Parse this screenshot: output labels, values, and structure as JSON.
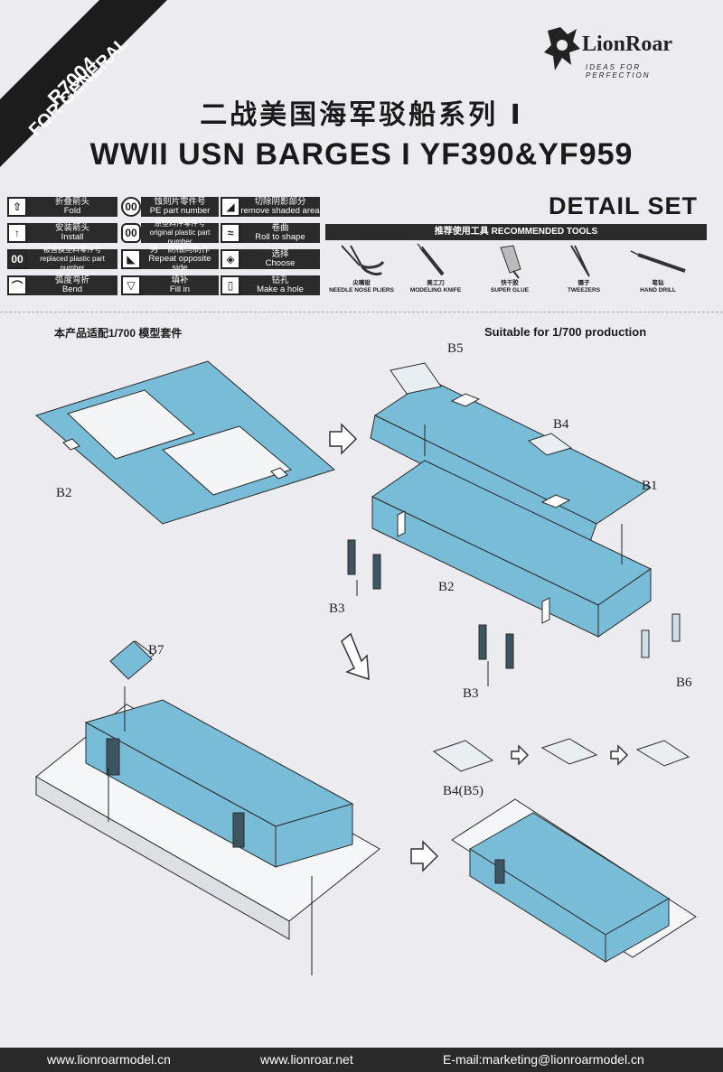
{
  "product": {
    "code": "R7004",
    "category": "FOR GENERAL",
    "title_cn": "二战美国海军驳船系列 I",
    "title_en": "WWII USN BARGES I YF390&YF959",
    "subtitle": "DETAIL SET"
  },
  "brand": {
    "name": "LionRoar",
    "tagline": "IDEAS FOR PERFECTION"
  },
  "legend": [
    {
      "icon": "fold-arrow-icon",
      "glyph": "⇧",
      "cn": "折叠箭头",
      "en": "Fold"
    },
    {
      "icon": "pe-part-number-icon",
      "glyph": "00",
      "cn": "蚀刻片零件号",
      "en": "PE part number"
    },
    {
      "icon": "cut-shaded-icon",
      "glyph": "◢",
      "cn": "切除阴影部分",
      "en": "remove shaded area"
    },
    {
      "icon": "install-arrow-icon",
      "glyph": "↑",
      "cn": "安装箭头",
      "en": "Install"
    },
    {
      "icon": "plastic-part-number-icon",
      "glyph": "00",
      "cn": "原塑料件零件号",
      "en": "original plastic part number"
    },
    {
      "icon": "roll-shape-icon",
      "glyph": "≈",
      "cn": "卷曲",
      "en": "Roll to shape"
    },
    {
      "icon": "replaced-part-icon",
      "glyph": "00",
      "cn": "被替换塑料零件号",
      "en": "replaced plastic part number"
    },
    {
      "icon": "repeat-opposite-icon",
      "glyph": "◣",
      "cn": "另一侧相同制作",
      "en": "Repeat opposite side"
    },
    {
      "icon": "choose-icon",
      "glyph": "◈",
      "cn": "选择",
      "en": "Choose"
    },
    {
      "icon": "arc-bend-icon",
      "glyph": "⌒",
      "cn": "弧度弯折",
      "en": "Bend"
    },
    {
      "icon": "fill-in-icon",
      "glyph": "▽",
      "cn": "填补",
      "en": "Fill in"
    },
    {
      "icon": "drill-hole-icon",
      "glyph": "▯",
      "cn": "钻孔",
      "en": "Make a hole"
    }
  ],
  "tools": {
    "header": "推荐使用工具 RECOMMENDED TOOLS",
    "items": [
      {
        "icon": "pliers-icon",
        "cn": "尖嘴钳",
        "en": "NEEDLE NOSE PLIERS"
      },
      {
        "icon": "knife-icon",
        "cn": "美工刀",
        "en": "MODELING KNIFE"
      },
      {
        "icon": "glue-icon",
        "cn": "快干胶",
        "en": "SUPER GLUE"
      },
      {
        "icon": "tweezers-icon",
        "cn": "镊子",
        "en": "TWEEZERS"
      },
      {
        "icon": "hand-drill-icon",
        "cn": "笔钻",
        "en": "HAND DRILL"
      }
    ]
  },
  "suitable": {
    "cn": "本产品适配1/700 模型套件",
    "en": "Suitable for 1/700  production"
  },
  "parts": {
    "b1": "B1",
    "b2a": "B2",
    "b2b": "B2",
    "b3a": "B3",
    "b3b": "B3",
    "b4": "B4",
    "b5": "B5",
    "b6": "B6",
    "b7": "B7",
    "b4b5": "B4(B5)"
  },
  "footer": {
    "web1": "www.lionroarmodel.cn",
    "web2": "www.lionroar.net",
    "email": "E-mail:marketing@lionroarmodel.cn"
  },
  "colors": {
    "pe_blue": "#79bcd8",
    "dark": "#1c1c1c",
    "paper": "#ececf0"
  }
}
